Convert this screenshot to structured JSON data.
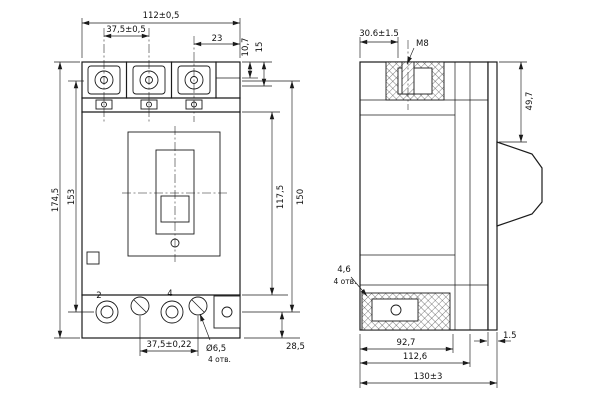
{
  "meta": {
    "bg_color": "#ffffff",
    "line_color": "#1b1b1b",
    "drawing_type": "circuit-breaker dimensional drawing, front and side views"
  },
  "front_view": {
    "dim_overall_width": "112±0,5",
    "dim_pole_pitch_top": "37,5±0,5",
    "dim_23": "23",
    "dim_10_7": "10,7",
    "dim_15": "15",
    "dim_overall_height": "174,5",
    "dim_153": "153",
    "dim_117_5": "117,5",
    "dim_150": "150",
    "label_pole_2": "2",
    "label_pole_4": "4",
    "dim_pitch_bottom": "37,5±0,22",
    "dim_hole_dia": "Ø6,5",
    "dim_hole_count": "4 отв.",
    "dim_28_5": "28,5"
  },
  "side_view": {
    "dim_30_6": "30.6±1.5",
    "label_thread": "M8",
    "dim_49_7": "49,7",
    "dim_4_6": "4,6",
    "dim_4_6_count": "4 отв.",
    "dim_1_5": "1.5",
    "dim_92_7": "92,7",
    "dim_112_6": "112,6",
    "dim_overall_depth": "130±3"
  }
}
